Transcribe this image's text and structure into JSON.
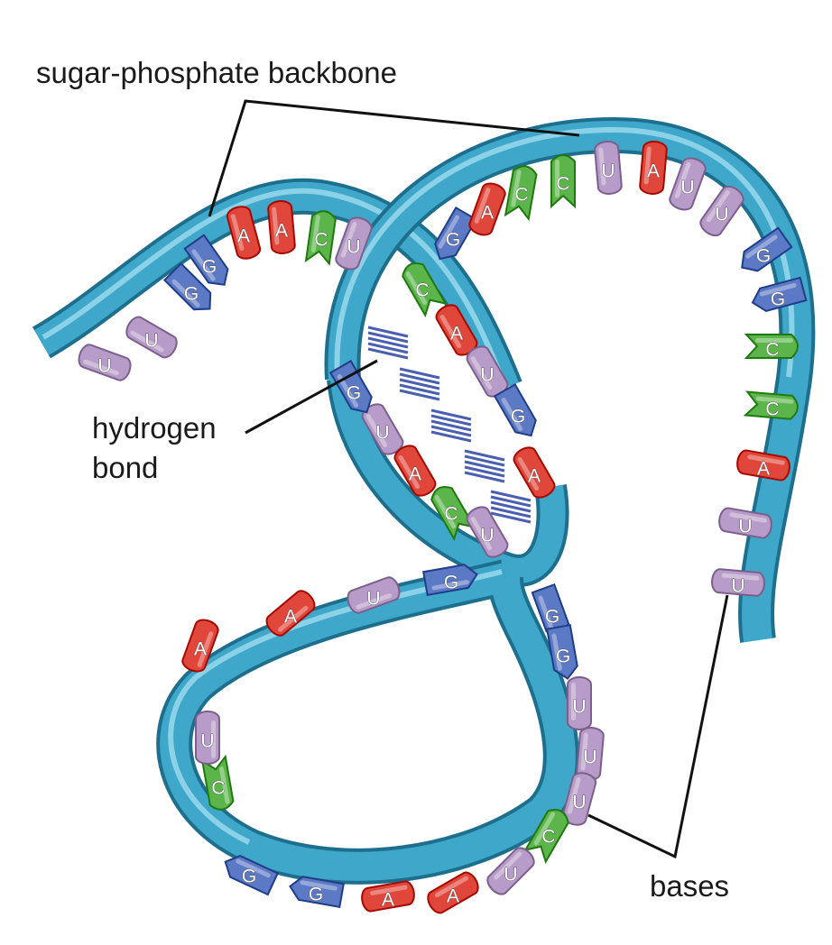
{
  "labels": {
    "backbone": "sugar-phosphate backbone",
    "hydrogen_line1": "hydrogen",
    "hydrogen_line2": "bond",
    "bases": "bases"
  },
  "colors": {
    "ribbon": "#3fa7c9",
    "ribbon_dark": "#1e6f8e",
    "ribbon_light": "#8fd3ea",
    "A": "#e0463a",
    "C": "#5cb54a",
    "G": "#5b79c4",
    "U": "#b79bc8",
    "hbond": "#4a5fb0",
    "leader": "#111111"
  },
  "bases": [
    {
      "letter": "U"
    },
    {
      "letter": "U"
    },
    {
      "letter": "G"
    },
    {
      "letter": "G"
    },
    {
      "letter": "A"
    },
    {
      "letter": "A"
    },
    {
      "letter": "C"
    },
    {
      "letter": "U"
    },
    {
      "letter": "G"
    },
    {
      "letter": "A"
    },
    {
      "letter": "C"
    },
    {
      "letter": "C"
    },
    {
      "letter": "U"
    },
    {
      "letter": "A"
    },
    {
      "letter": "U"
    },
    {
      "letter": "U"
    },
    {
      "letter": "G"
    },
    {
      "letter": "G"
    },
    {
      "letter": "C"
    },
    {
      "letter": "C"
    },
    {
      "letter": "A"
    },
    {
      "letter": "U"
    },
    {
      "letter": "U"
    },
    {
      "letter": "C"
    },
    {
      "letter": "A"
    },
    {
      "letter": "U"
    },
    {
      "letter": "G"
    },
    {
      "letter": "U"
    },
    {
      "letter": "A"
    },
    {
      "letter": "C"
    },
    {
      "letter": "U"
    },
    {
      "letter": "G"
    },
    {
      "letter": "A"
    },
    {
      "letter": "G"
    },
    {
      "letter": "G"
    },
    {
      "letter": "U"
    },
    {
      "letter": "U"
    },
    {
      "letter": "U"
    },
    {
      "letter": "C"
    },
    {
      "letter": "U"
    },
    {
      "letter": "A"
    },
    {
      "letter": "A"
    },
    {
      "letter": "G"
    },
    {
      "letter": "G"
    },
    {
      "letter": "C"
    },
    {
      "letter": "U"
    },
    {
      "letter": "A"
    },
    {
      "letter": "A"
    },
    {
      "letter": "U"
    },
    {
      "letter": "G"
    }
  ]
}
